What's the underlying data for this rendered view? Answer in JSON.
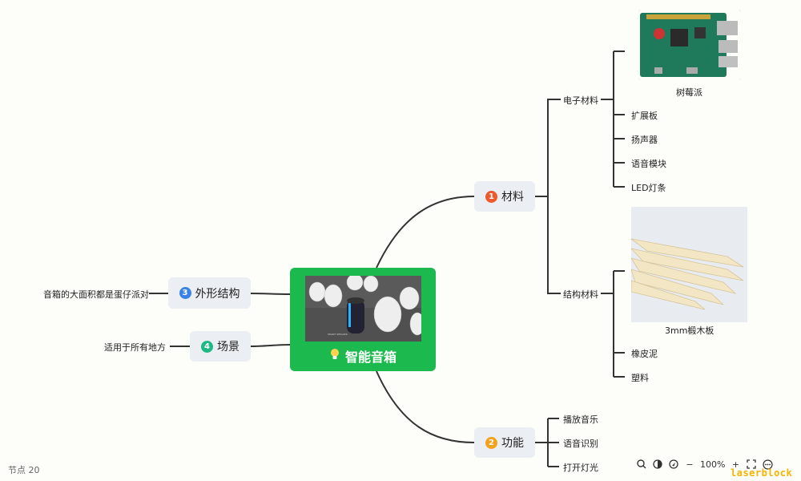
{
  "root": {
    "title": "智能音箱",
    "icon": "lightbulb-icon",
    "color": "#1cb94e"
  },
  "branches": {
    "materials": {
      "num": "1",
      "label": "材料",
      "color": "#ee5a2c",
      "electronic": {
        "label": "电子材料",
        "items": [
          "树莓派",
          "扩展板",
          "扬声器",
          "语音模块",
          "LED灯条"
        ]
      },
      "structural": {
        "label": "结构材料",
        "items": [
          "3mm椴木板",
          "橡皮泥",
          "塑料"
        ]
      }
    },
    "function": {
      "num": "2",
      "label": "功能",
      "color": "#f4a21c",
      "items": [
        "播放音乐",
        "语音识别",
        "打开灯光"
      ]
    },
    "shape": {
      "num": "3",
      "label": "外形结构",
      "color": "#3b82e6",
      "items": [
        "音箱的大面积都是蛋仔派对"
      ]
    },
    "scene": {
      "num": "4",
      "label": "场景",
      "color": "#1cb984",
      "items": [
        "适用于所有地方"
      ]
    }
  },
  "footer": {
    "node_count": "节点 20"
  },
  "toolbar": {
    "zoom": "100%",
    "minus": "−",
    "plus": "+"
  },
  "brand": "laserblock"
}
